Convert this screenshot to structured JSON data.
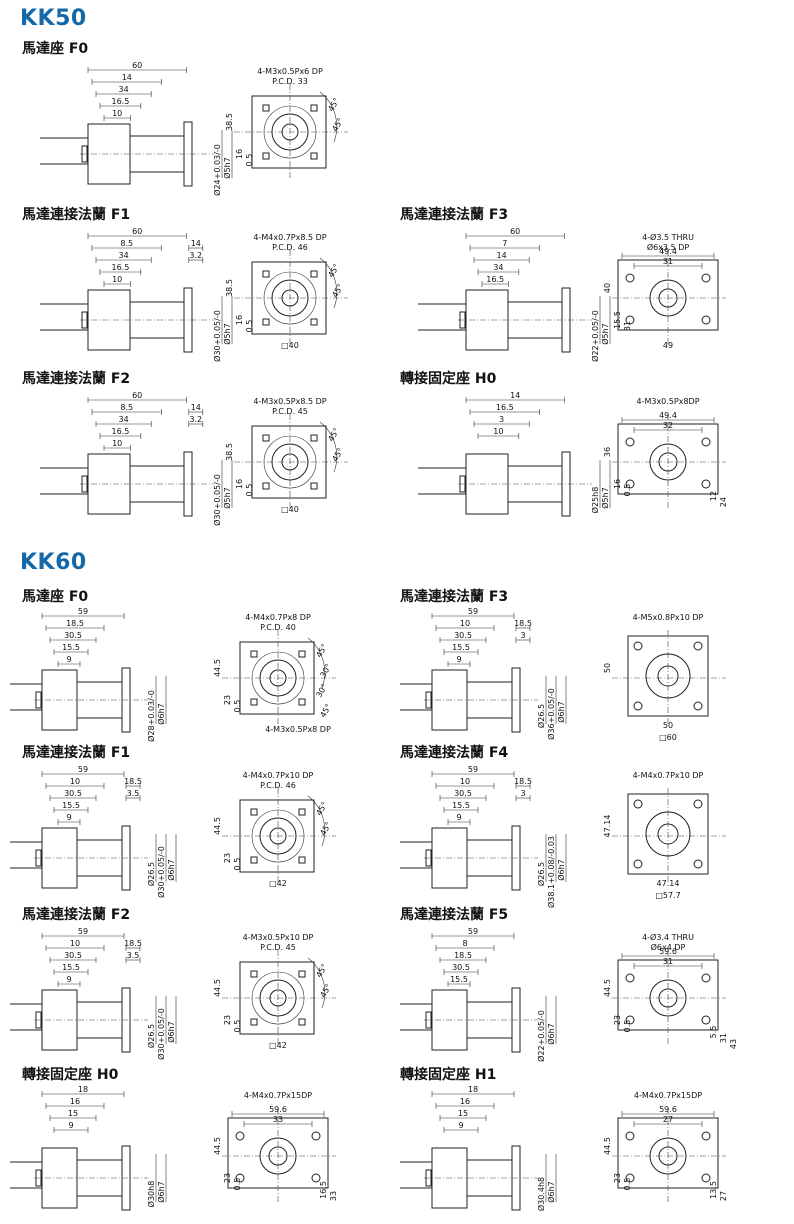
{
  "series": [
    {
      "name": "KK50",
      "sections": [
        {
          "title": "馬達座 F0",
          "side": {
            "dims": [
              "60",
              "14",
              "34",
              "16.5",
              "10"
            ],
            "vdims": [
              "Ø24+0.03/-0",
              "Ø5h7"
            ]
          },
          "front": {
            "note1": "4-M3x0.5Px6 DP",
            "note2": "P.C.D. 33",
            "vdims": [
              "38.5",
              "16",
              "0.5"
            ],
            "angles": [
              "45°",
              "45°"
            ],
            "bottom": ""
          }
        },
        {
          "title": "馬達連接法蘭 F1",
          "side": {
            "dims": [
              "60",
              "8.5",
              "14",
              "34",
              "3.2",
              "16.5",
              "10"
            ],
            "vdims": [
              "Ø30+0.05/-0",
              "Ø5h7"
            ]
          },
          "front": {
            "note1": "4-M4x0.7Px8.5 DP",
            "note2": "P.C.D. 46",
            "vdims": [
              "38.5",
              "16",
              "0.5"
            ],
            "angles": [
              "45°",
              "45°"
            ],
            "bottom": "□40"
          }
        },
        {
          "title": "馬達連接法蘭 F3",
          "side": {
            "dims": [
              "60",
              "7",
              "14",
              "34",
              "16.5",
              "10"
            ],
            "vdims": [
              "Ø22+0.05/-0",
              "Ø5h7"
            ]
          },
          "front": {
            "note1": "4-Ø3.5 THRU",
            "note2": "Ø6x3.5 DP",
            "vdims": [
              "40",
              "15.5",
              "31"
            ],
            "top": [
              "49.4",
              "31"
            ],
            "bottom": "49"
          }
        },
        {
          "title": "馬達連接法蘭 F2",
          "side": {
            "dims": [
              "60",
              "8.5",
              "14",
              "34",
              "3.2",
              "16.5",
              "10"
            ],
            "vdims": [
              "Ø30+0.05/-0",
              "Ø5h7"
            ]
          },
          "front": {
            "note1": "4-M3x0.5Px8.5 DP",
            "note2": "P.C.D. 45",
            "vdims": [
              "38.5",
              "16",
              "0.5"
            ],
            "angles": [
              "45°",
              "45°"
            ],
            "bottom": "□40"
          }
        },
        {
          "title": "轉接固定座 H0",
          "side": {
            "dims": [
              "14",
              "16.5",
              "3",
              "10"
            ],
            "vdims": [
              "Ø25h8",
              "Ø5h7"
            ]
          },
          "front": {
            "note1": "4-M3x0.5Px8DP",
            "note2": "",
            "vdims": [
              "36",
              "16",
              "0.5",
              "12",
              "24"
            ],
            "top": [
              "49.4",
              "32"
            ],
            "bottom": ""
          }
        }
      ]
    },
    {
      "name": "KK60",
      "sections": [
        {
          "title": "馬達座 F0",
          "side": {
            "dims": [
              "59",
              "18.5",
              "30.5",
              "15.5",
              "9"
            ],
            "vdims": [
              "Ø28+0.03/-0",
              "Ø6h7"
            ]
          },
          "front": {
            "note1": "4-M4x0.7Px8 DP",
            "note2": "P.C.D. 40",
            "note3": "4-M3x0.5Px8 DP",
            "vdims": [
              "44.5",
              "23",
              "0.5"
            ],
            "angles": [
              "45°",
              "30°",
              "30°",
              "45°"
            ],
            "bottom": ""
          }
        },
        {
          "title": "馬達連接法蘭 F3",
          "side": {
            "dims": [
              "59",
              "10",
              "18.5",
              "30.5",
              "3",
              "15.5",
              "9"
            ],
            "vdims": [
              "Ø26.5",
              "Ø36+0.05/-0",
              "Ø6h7"
            ]
          },
          "front": {
            "note1": "4-M5x0.8Px10 DP",
            "note2": "",
            "vdims": [
              "50"
            ],
            "top": [],
            "bottom": "50",
            "bottom2": "□60"
          }
        },
        {
          "title": "馬達連接法蘭 F1",
          "side": {
            "dims": [
              "59",
              "10",
              "18.5",
              "30.5",
              "3.5",
              "15.5",
              "9"
            ],
            "vdims": [
              "Ø26.5",
              "Ø30+0.05/-0",
              "Ø6h7"
            ]
          },
          "front": {
            "note1": "4-M4x0.7Px10 DP",
            "note2": "P.C.D. 46",
            "vdims": [
              "44.5",
              "23",
              "0.5"
            ],
            "angles": [
              "45°",
              "45°"
            ],
            "bottom": "□42"
          }
        },
        {
          "title": "馬達連接法蘭 F4",
          "side": {
            "dims": [
              "59",
              "10",
              "18.5",
              "30.5",
              "3",
              "15.5",
              "9"
            ],
            "vdims": [
              "Ø26.5",
              "Ø38.1+0.08/-0.03",
              "Ø6h7"
            ]
          },
          "front": {
            "note1": "4-M4x0.7Px10 DP",
            "note2": "",
            "vdims": [
              "47.14"
            ],
            "top": [],
            "bottom": "47.14",
            "bottom2": "□57.7"
          }
        },
        {
          "title": "馬達連接法蘭 F2",
          "side": {
            "dims": [
              "59",
              "10",
              "18.5",
              "30.5",
              "3.5",
              "15.5",
              "9"
            ],
            "vdims": [
              "Ø26.5",
              "Ø30+0.05/-0",
              "Ø6h7"
            ]
          },
          "front": {
            "note1": "4-M3x0.5Px10 DP",
            "note2": "P.C.D. 45",
            "vdims": [
              "44.5",
              "23",
              "0.5"
            ],
            "angles": [
              "45°",
              "45°"
            ],
            "bottom": "□42"
          }
        },
        {
          "title": "馬達連接法蘭 F5",
          "side": {
            "dims": [
              "59",
              "8",
              "18.5",
              "30.5",
              "15.5",
              "9"
            ],
            "vdims": [
              "Ø22+0.05/-0",
              "Ø6h7"
            ]
          },
          "front": {
            "note1": "4-Ø3.4 THRU",
            "note2": "Ø6x4 DP",
            "vdims": [
              "44.5",
              "23",
              "0.5",
              "5.5",
              "31",
              "43"
            ],
            "top": [
              "59.6",
              "31"
            ],
            "bottom": ""
          }
        },
        {
          "title": "轉接固定座 H0",
          "side": {
            "dims": [
              "18",
              "16",
              "15",
              "9"
            ],
            "vdims": [
              "Ø30h8",
              "Ø6h7"
            ]
          },
          "front": {
            "note1": "4-M4x0.7Px15DP",
            "note2": "",
            "vdims": [
              "44.5",
              "23",
              "0.5",
              "16.5",
              "33"
            ],
            "top": [
              "59.6",
              "33"
            ],
            "bottom": ""
          }
        },
        {
          "title": "轉接固定座 H1",
          "side": {
            "dims": [
              "18",
              "16",
              "15",
              "9"
            ],
            "vdims": [
              "Ø30.4h8",
              "Ø6h7"
            ]
          },
          "front": {
            "note1": "4-M4x0.7Px15DP",
            "note2": "",
            "vdims": [
              "44.5",
              "23",
              "0.5",
              "13.5",
              "27"
            ],
            "top": [
              "59.6",
              "27"
            ],
            "bottom": ""
          }
        }
      ]
    }
  ]
}
